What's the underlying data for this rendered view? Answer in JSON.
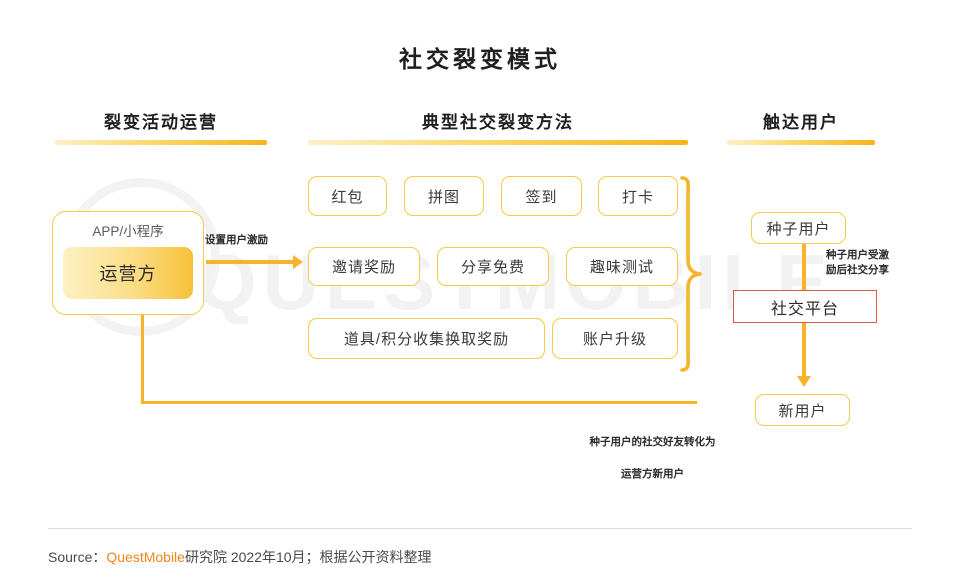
{
  "title": "社交裂变模式",
  "columns": {
    "left": {
      "label": "裂变活动运营"
    },
    "middle": {
      "label": "典型社交裂变方法"
    },
    "right": {
      "label": "触达用户"
    }
  },
  "operator": {
    "outer_label": "APP/小程序",
    "inner_label": "运营方"
  },
  "flow": {
    "set_incentive_label": "设置用户激励",
    "seed_share_label": "种子用户受激\n励后社交分享",
    "seed_share_line1": "种子用户受激",
    "seed_share_line2": "励后社交分享",
    "feedback_label": "种子用户的社交好友转化为\n运营方新用户",
    "feedback_line1": "种子用户的社交好友转化为",
    "feedback_line2": "运营方新用户"
  },
  "methods": {
    "row1": [
      {
        "label": "红包"
      },
      {
        "label": "拼图"
      },
      {
        "label": "签到"
      },
      {
        "label": "打卡"
      }
    ],
    "row2": [
      {
        "label": "邀请奖励"
      },
      {
        "label": "分享免费"
      },
      {
        "label": "趣味测试"
      }
    ],
    "row3": [
      {
        "label": "道具/积分收集换取奖励"
      },
      {
        "label": "账户升级"
      }
    ]
  },
  "reach": {
    "seed_user": "种子用户",
    "social_platform": "社交平台",
    "new_user": "新用户"
  },
  "footer": {
    "prefix": "Source：",
    "brand": "QuestMobile",
    "rest": "研究院 2022年10月；根据公开资料整理"
  },
  "watermark": {
    "text": "QUESTMOBILE"
  },
  "colors": {
    "accent_yellow": "#f7c948",
    "accent_gold": "#f7b32b",
    "platform_border": "#e0573a",
    "brand_orange": "#f08519",
    "title_text": "#1f1f1f"
  }
}
